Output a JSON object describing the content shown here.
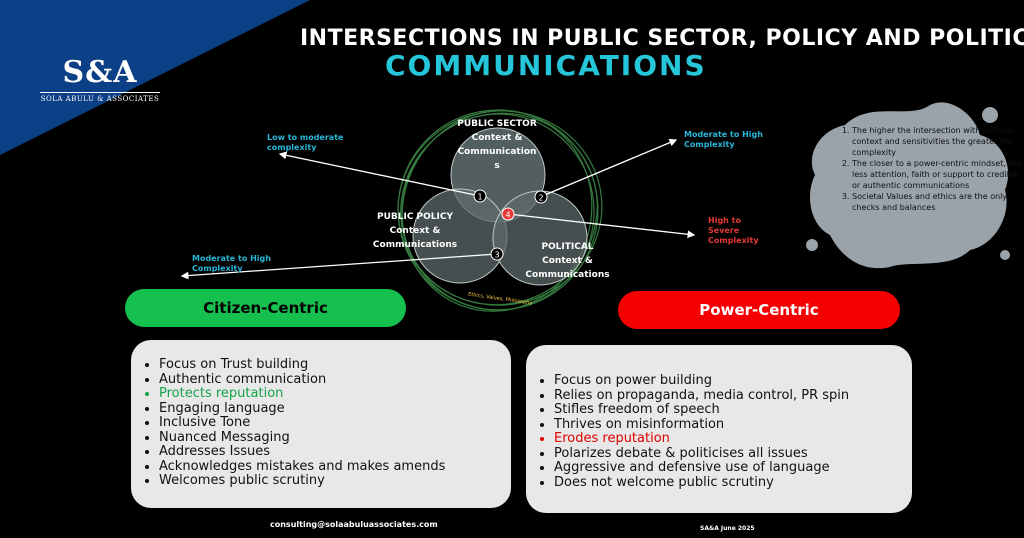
{
  "logo": {
    "mark": "S&A",
    "sub": "SOLA ABULU & ASSOCIATES"
  },
  "title": {
    "line1": "INTERSECTIONS IN PUBLIC SECTOR, POLICY AND POLITICAL",
    "line2": "COMMUNICATIONS"
  },
  "venn": {
    "public_sector": {
      "title": "PUBLIC SECTOR",
      "sub1": "Context &",
      "sub2": "Communication",
      "sub3": "s"
    },
    "public_policy": {
      "title": "PUBLIC POLICY",
      "sub1": "Context &",
      "sub2": "Communications"
    },
    "political": {
      "title": "POLITICAL",
      "sub1": "Context &",
      "sub2": "Communications"
    },
    "ring_text": "Ethics, Values, Philosophy",
    "markers": [
      "1",
      "2",
      "3",
      "4"
    ]
  },
  "arrows": {
    "a1": {
      "line1": "Low to moderate",
      "line2": "complexity"
    },
    "a2": {
      "line1": "Moderate to High",
      "line2": "Complexity"
    },
    "a3": {
      "line1": "Moderate to High",
      "line2": "Complexity"
    },
    "a4": {
      "line1": "High to",
      "line2": "Severe",
      "line3": "Complexity"
    }
  },
  "notes": [
    "The higher the intersection with political context and sensitivities the greater the complexity",
    "The closer to a power-centric mindset, the less attention, faith or support  to credible or authentic communications",
    "Societal Values and ethics are the only checks and balances"
  ],
  "citizen": {
    "label": "Citizen-Centric",
    "items": [
      "Focus on Trust building",
      "Authentic communication",
      "Protects reputation",
      "Engaging language",
      "Inclusive Tone",
      "Nuanced Messaging",
      "Addresses Issues",
      "Acknowledges mistakes and makes amends",
      "Welcomes public scrutiny"
    ]
  },
  "power": {
    "label": "Power-Centric",
    "items": [
      "Focus on power building",
      "Relies on propaganda, media control, PR spin",
      "Stifles freedom of speech",
      "Thrives on misinformation",
      "Erodes reputation",
      "Polarizes debate & politicises all issues",
      "Aggressive and defensive use of language",
      "Does not welcome public scrutiny"
    ]
  },
  "colors": {
    "green": "#16c04f",
    "red": "#f50000",
    "cyan": "#26c6da",
    "navy": "#0b3f86"
  },
  "footer": {
    "email": "consulting@solaabuluassociates.com",
    "date": "SA&A June 2025"
  }
}
